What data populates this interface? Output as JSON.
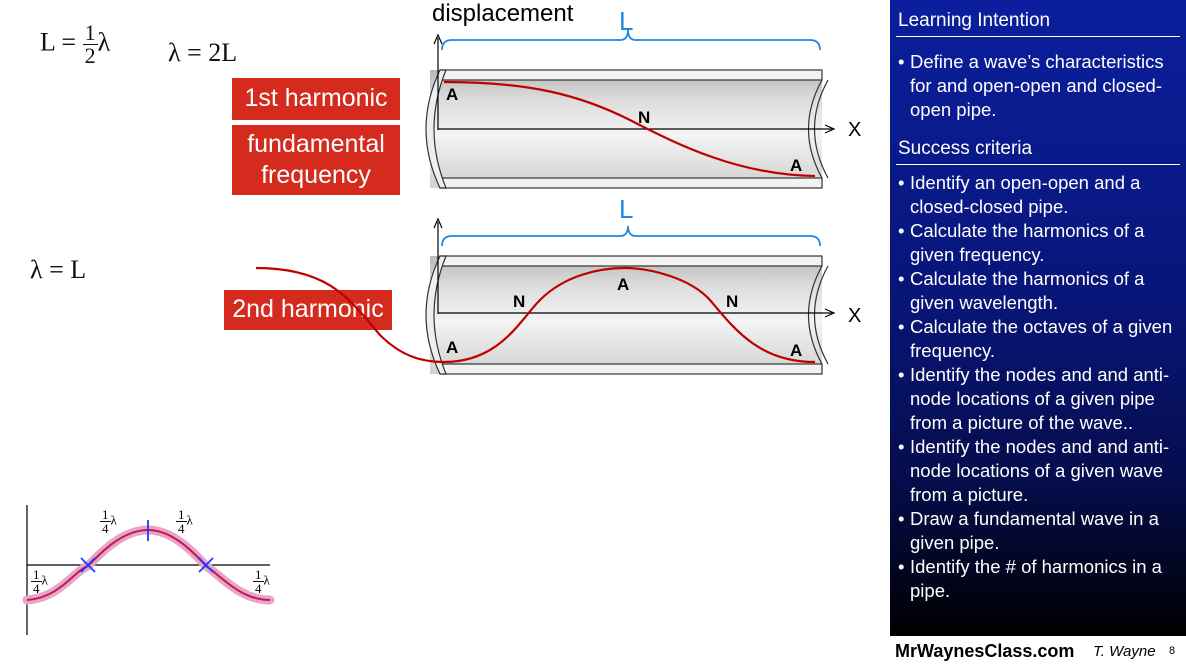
{
  "equations": {
    "eq1_lhs": "L =",
    "eq1_num": "1",
    "eq1_den": "2",
    "eq1_var": "λ",
    "eq2": "λ = 2L",
    "eq3": "λ = L"
  },
  "labels": {
    "first_harmonic": "1st harmonic",
    "fundamental_frequency": "fundamental frequency",
    "second_harmonic": "2nd harmonic"
  },
  "pipe1": {
    "axis_y_label": "displacement",
    "axis_x_label": "X",
    "length_label": "L",
    "left_marker": "A",
    "middle_marker": "N",
    "right_marker": "A"
  },
  "pipe2": {
    "axis_x_label": "X",
    "length_label": "L",
    "left_marker": "A",
    "node1_marker": "N",
    "antinode_marker": "A",
    "node2_marker": "N",
    "right_marker": "A"
  },
  "quarter_diagram": {
    "num": "1",
    "den": "4",
    "var": "λ"
  },
  "sidebar": {
    "learning_intention_heading": "Learning Intention",
    "learning_intentions": [
      "Define a wave’s characteristics for and open-open and closed-open pipe."
    ],
    "success_criteria_heading": "Success criteria",
    "success_criteria": [
      "Identify an open-open and a closed-closed pipe.",
      "Calculate the harmonics of a given frequency.",
      "Calculate the harmonics of a given wavelength.",
      "Calculate the octaves of a given frequency.",
      "Identify the nodes and and anti-node locations of a given pipe from a picture of the wave..",
      "Identify the nodes and and anti-node locations of a given wave from a picture.",
      "Draw a fundamental wave in a given pipe.",
      "Identify the # of harmonics in a pipe."
    ],
    "bullet": "•"
  },
  "footer": {
    "site": "MrWaynesClass.com",
    "author": "T. Wayne",
    "page_number": "8"
  },
  "colors": {
    "red_box": "#d52b1e",
    "wave": "#c00000",
    "length_brace": "#1e88e5",
    "panel_top": "#0b1f9e",
    "pink_band": "#e8a6c6",
    "tick_blue": "#1a3cff"
  }
}
